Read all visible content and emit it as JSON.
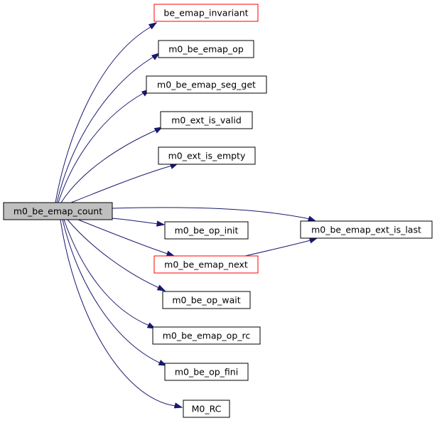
{
  "graph": {
    "root": "m0_be_emap_count",
    "nodes": [
      {
        "id": "m0_be_emap_count",
        "label": "m0_be_emap_count",
        "kind": "root"
      },
      {
        "id": "be_emap_invariant",
        "label": "be_emap_invariant",
        "kind": "red"
      },
      {
        "id": "m0_be_emap_op",
        "label": "m0_be_emap_op",
        "kind": "normal"
      },
      {
        "id": "m0_be_emap_seg_get",
        "label": "m0_be_emap_seg_get",
        "kind": "normal"
      },
      {
        "id": "m0_ext_is_valid",
        "label": "m0_ext_is_valid",
        "kind": "normal"
      },
      {
        "id": "m0_ext_is_empty",
        "label": "m0_ext_is_empty",
        "kind": "normal"
      },
      {
        "id": "m0_be_emap_ext_is_last",
        "label": "m0_be_emap_ext_is_last",
        "kind": "normal"
      },
      {
        "id": "m0_be_op_init",
        "label": "m0_be_op_init",
        "kind": "normal"
      },
      {
        "id": "m0_be_emap_next",
        "label": "m0_be_emap_next",
        "kind": "red"
      },
      {
        "id": "m0_be_op_wait",
        "label": "m0_be_op_wait",
        "kind": "normal"
      },
      {
        "id": "m0_be_emap_op_rc",
        "label": "m0_be_emap_op_rc",
        "kind": "normal"
      },
      {
        "id": "m0_be_op_fini",
        "label": "m0_be_op_fini",
        "kind": "normal"
      },
      {
        "id": "M0_RC",
        "label": "M0_RC",
        "kind": "normal"
      }
    ],
    "edges": [
      {
        "from": "m0_be_emap_count",
        "to": "be_emap_invariant"
      },
      {
        "from": "m0_be_emap_count",
        "to": "m0_be_emap_op"
      },
      {
        "from": "m0_be_emap_count",
        "to": "m0_be_emap_seg_get"
      },
      {
        "from": "m0_be_emap_count",
        "to": "m0_ext_is_valid"
      },
      {
        "from": "m0_be_emap_count",
        "to": "m0_ext_is_empty"
      },
      {
        "from": "m0_be_emap_count",
        "to": "m0_be_emap_ext_is_last"
      },
      {
        "from": "m0_be_emap_count",
        "to": "m0_be_op_init"
      },
      {
        "from": "m0_be_emap_count",
        "to": "m0_be_emap_next"
      },
      {
        "from": "m0_be_emap_count",
        "to": "m0_be_op_wait"
      },
      {
        "from": "m0_be_emap_count",
        "to": "m0_be_emap_op_rc"
      },
      {
        "from": "m0_be_emap_count",
        "to": "m0_be_op_fini"
      },
      {
        "from": "m0_be_emap_count",
        "to": "M0_RC"
      },
      {
        "from": "m0_be_emap_next",
        "to": "m0_be_emap_ext_is_last"
      }
    ],
    "colors": {
      "root_fill": "#bfbfbf",
      "node_fill": "#ffffff",
      "node_border": "#000000",
      "red_border": "#ff0000",
      "edge": "#191970"
    }
  }
}
